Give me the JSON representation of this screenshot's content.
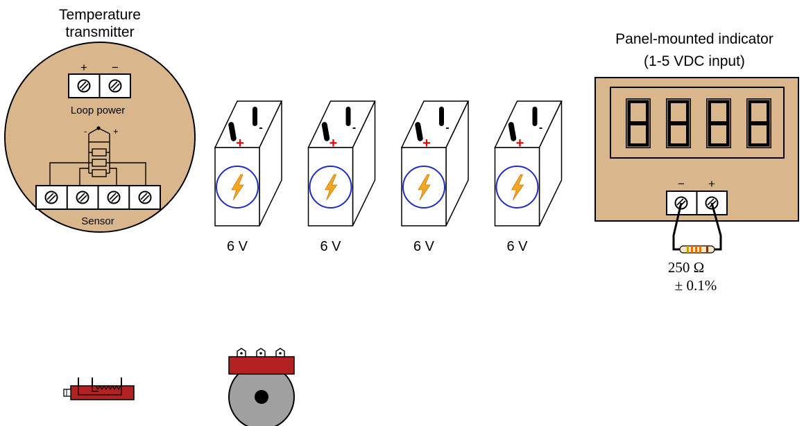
{
  "transmitter": {
    "title_line1": "Temperature",
    "title_line2": "transmitter",
    "loop_power_label": "Loop power",
    "plus_sign": "+",
    "minus_sign": "−",
    "sensor_label": "Sensor",
    "bridge_minus": "-",
    "bridge_plus": "+",
    "body_color": "#d9b68c"
  },
  "batteries": [
    {
      "label": "6 V"
    },
    {
      "label": "6 V"
    },
    {
      "label": "6 V"
    },
    {
      "label": "6 V"
    }
  ],
  "battery_terminal_plus": "+",
  "battery_terminal_minus": "-",
  "indicator": {
    "title_line1": "Panel-mounted indicator",
    "title_line2": "(1-5 VDC input)",
    "minus_sign": "−",
    "plus_sign": "+",
    "body_color": "#d9b68c",
    "digit_count": 4
  },
  "resistor": {
    "value": "250 Ω",
    "tolerance": "± 0.1%"
  },
  "colors": {
    "lightning": "#f5a623",
    "battery_circle": "#1f2dbf",
    "terminal_plus_red": "#e00000",
    "component_red": "#b22222",
    "pot_knob": "#a0a0a0"
  }
}
